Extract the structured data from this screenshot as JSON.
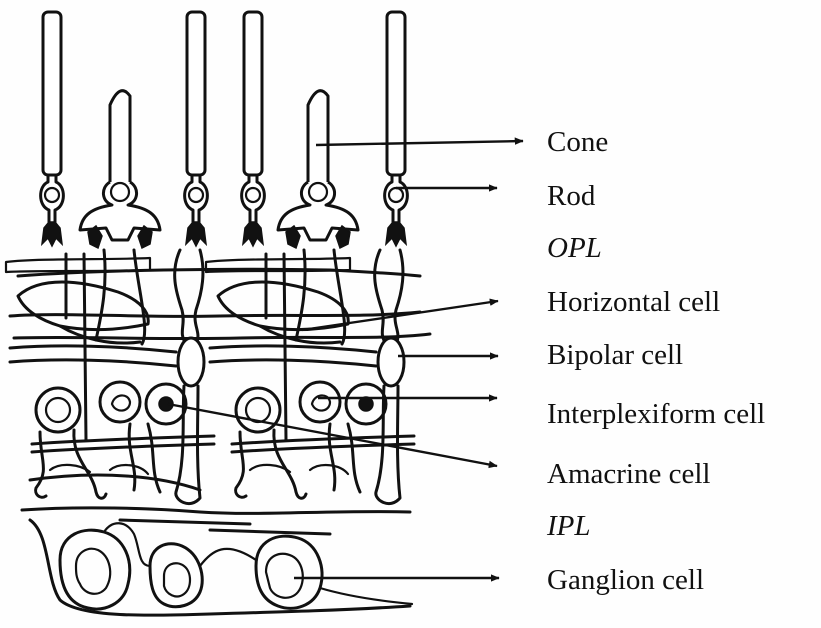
{
  "labels": {
    "cone": "Cone",
    "rod": "Rod",
    "opl": "OPL",
    "horizontal": "Horizontal cell",
    "bipolar": "Bipolar cell",
    "interplexiform": "Interplexiform cell",
    "amacrine": "Amacrine cell",
    "ipl": "IPL",
    "ganglion": "Ganglion cell"
  }
}
